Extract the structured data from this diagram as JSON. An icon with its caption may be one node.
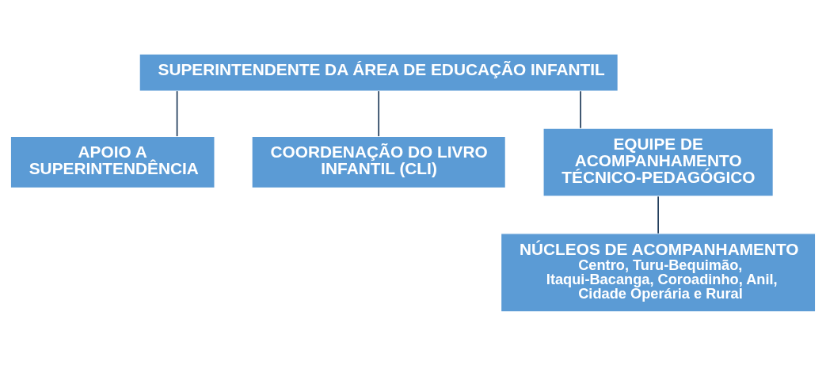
{
  "diagram": {
    "nodes": [
      {
        "text": [
          "SUPERINTENDENTE DA ÁREA DE EDUCAÇÃO INFANTIL"
        ]
      },
      {
        "text": [
          "APOIO A SUPERINTENDÊNCIA"
        ]
      },
      {
        "text": [
          "COORDENAÇÃO DO LIVRO INFANTIL (CLI)"
        ]
      },
      {
        "text": [
          "EQUIPE DE ACOMPANHAMENTO TÉCNICO-PEDAGÓGICO"
        ]
      },
      {
        "text": [
          "NÚCLEOS DE ACOMPANHAMENTO",
          "Centro, Turu-Bequimão, Itaqui-Bacanga, Coroadinho, Anil, Cidade Operária e Rural"
        ]
      }
    ],
    "edges": [
      {
        "from": 0,
        "to": 1,
        "arrow": "none"
      },
      {
        "from": 0,
        "to": 2,
        "arrow": "none"
      },
      {
        "from": 0,
        "to": 3,
        "arrow": "none"
      },
      {
        "from": 3,
        "to": 4,
        "arrow": "none"
      }
    ]
  }
}
